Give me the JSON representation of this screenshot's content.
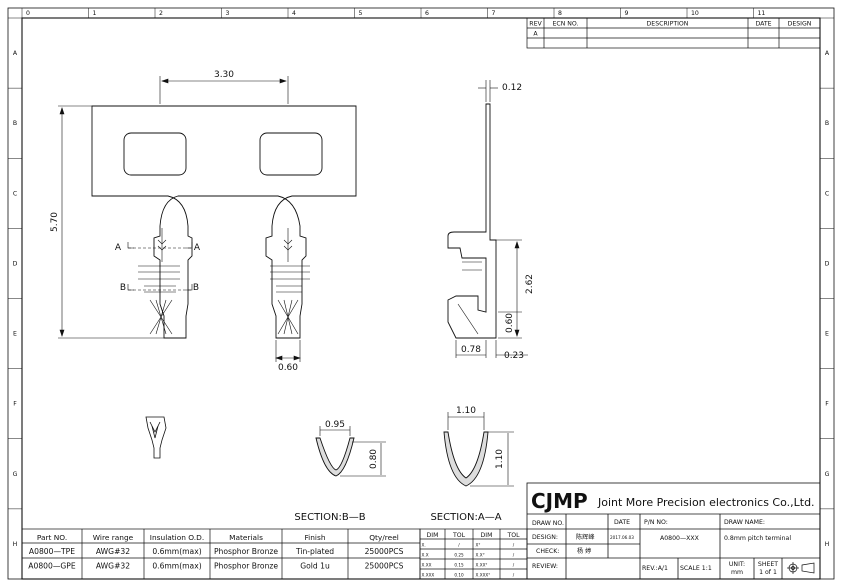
{
  "frame": {
    "top_numbers": [
      "0",
      "1",
      "2",
      "3",
      "4",
      "5",
      "6",
      "7",
      "8",
      "9",
      "10",
      "11"
    ],
    "side_letters": [
      "A",
      "B",
      "C",
      "D",
      "E",
      "F",
      "G",
      "H"
    ]
  },
  "revision_table": {
    "headers": [
      "REV",
      "ECN NO.",
      "DESCRIPTION",
      "DATE",
      "DESIGN"
    ],
    "rows": [
      [
        "A",
        "",
        "",
        "",
        ""
      ]
    ]
  },
  "dimensions": {
    "pitch": "3.30",
    "height": "5.70",
    "tail_width": "0.60",
    "thickness": "0.12",
    "side_height": "2.62",
    "side_small": "0.60",
    "side_width": "0.78",
    "side_offset": "0.23",
    "sec_b_width": "0.95",
    "sec_b_height": "0.80",
    "sec_a_width": "1.10",
    "sec_a_height": "1.10",
    "markers": [
      "A",
      "A",
      "B",
      "B"
    ]
  },
  "sections": {
    "b": "SECTION:B—B",
    "a": "SECTION:A—A"
  },
  "title_block": {
    "brand": "CJMP",
    "company": "Joint More Precision electronics Co.,Ltd.",
    "draw_no_label": "DRAW NO.",
    "date_label": "DATE",
    "pn_label": "P/N NO:",
    "draw_name_label": "DRAW NAME:",
    "design_label": "DESIGN:",
    "design_value": "陈辉峰",
    "date_value": "2017.06.03",
    "pn_value": "A0800—XXX",
    "draw_name_value": "0.8mm pitch terminal",
    "check_label": "CHECK:",
    "check_value": "杨 婷",
    "review_label": "REVIEW:",
    "rev_label": "REV.:A/1",
    "scale_label": "SCALE 1:1",
    "unit_label": "UNIT:",
    "unit_value": "mm",
    "sheet_label": "SHEET",
    "sheet_value": "1 of 1"
  },
  "tolerance_table": {
    "headers": [
      "DIM",
      "TOL",
      "DIM",
      "TOL"
    ],
    "rows": [
      [
        "X.",
        "/",
        "X°",
        "/"
      ],
      [
        "X.X",
        "0.25",
        "X.X°",
        "/"
      ],
      [
        "X.XX",
        "0.15",
        "X.XX°",
        "/"
      ],
      [
        "X.XXX",
        "0.10",
        "X.XXX°",
        "/"
      ]
    ]
  },
  "parts_table": {
    "headers": [
      "Part NO.",
      "Wire range",
      "Insulation O.D.",
      "Materials",
      "Finish",
      "Qty/reel"
    ],
    "rows": [
      [
        "A0800—TPE",
        "AWG#32",
        "0.6mm(max)",
        "Phosphor Bronze",
        "Tin-plated",
        "25000PCS"
      ],
      [
        "A0800—GPE",
        "AWG#32",
        "0.6mm(max)",
        "Phosphor Bronze",
        "Gold 1u",
        "25000PCS"
      ]
    ]
  }
}
